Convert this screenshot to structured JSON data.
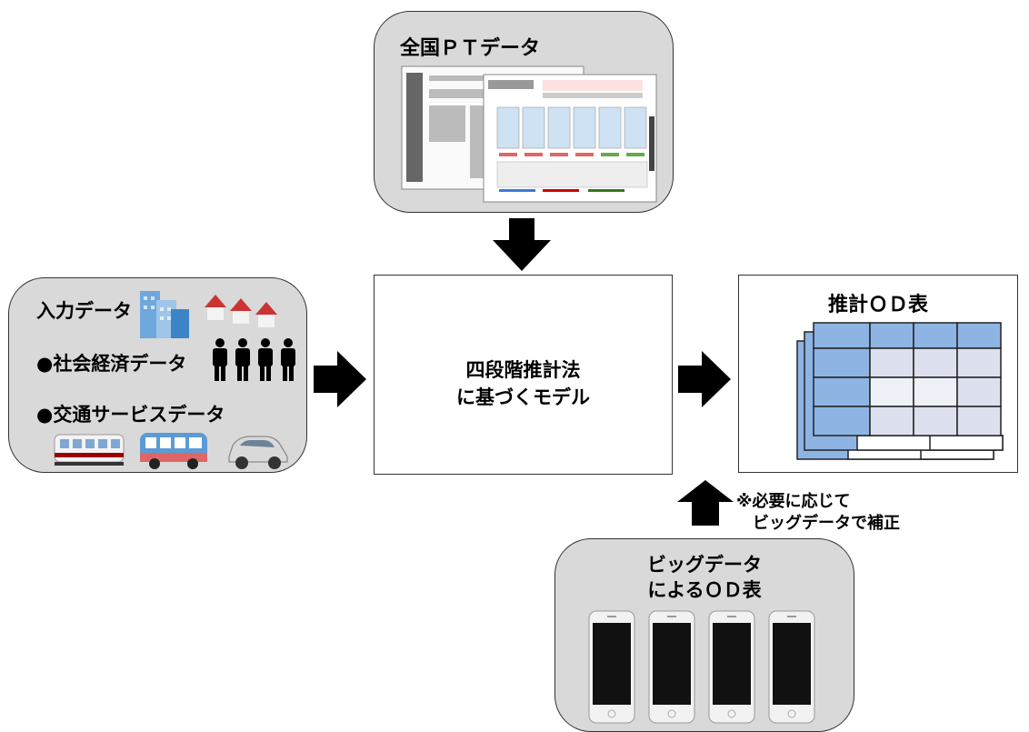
{
  "pt_box": {
    "title": "全国ＰＴデータ"
  },
  "input_box": {
    "title": "入力データ",
    "item1": "●社会経済データ",
    "item2": "●交通サービスデータ"
  },
  "model_box": {
    "line1": "四段階推計法",
    "line2": "に基づくモデル"
  },
  "od_box": {
    "title": "推計ＯＤ表"
  },
  "note": {
    "line1": "※必要に応じて",
    "line2": "ビッグデータで補正"
  },
  "bigdata_box": {
    "line1": "ビッグデータ",
    "line2": "によるＯＤ表"
  },
  "colors": {
    "box_grey": "#d9d9d9",
    "table_blue": "#8eb4e3",
    "table_light": "#dce0ef",
    "arrow": "#000000"
  }
}
